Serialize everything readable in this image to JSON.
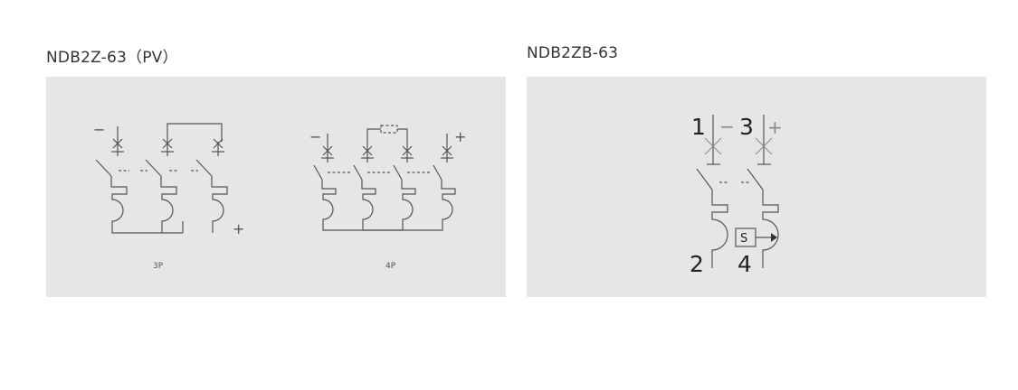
{
  "left": {
    "title": "NDB2Z-63（PV）",
    "captions": [
      "3P",
      "4P"
    ]
  },
  "right": {
    "title": "NDB2ZB-63",
    "terminals": [
      "1",
      "3",
      "2",
      "4"
    ],
    "module_label": "S"
  },
  "symbols": {
    "minus": "−",
    "plus": "+"
  },
  "colors": {
    "panel": "#e6e6e6",
    "line": "#555555",
    "text": "#333333"
  }
}
